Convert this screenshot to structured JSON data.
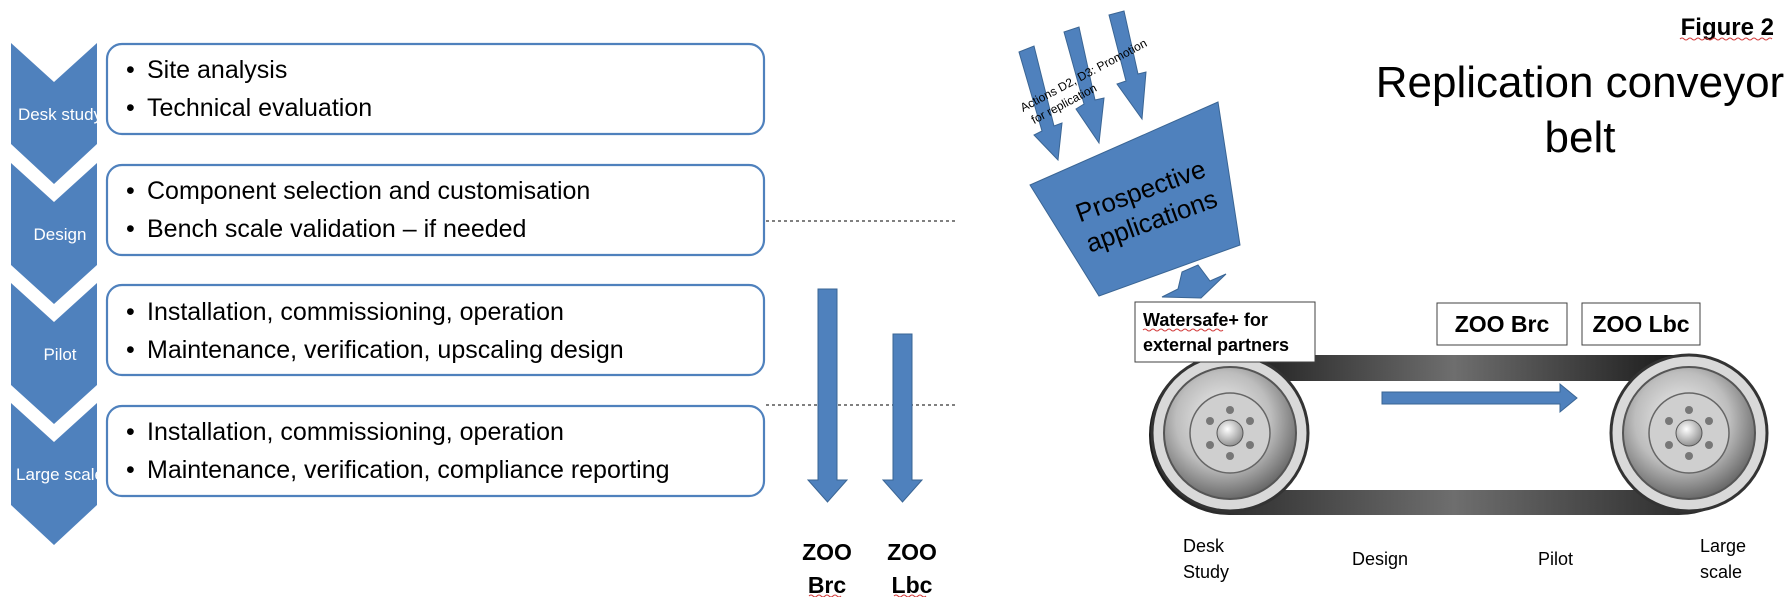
{
  "figure_label": "Figure 2",
  "title": [
    "Replication conveyor",
    "belt"
  ],
  "stages": [
    {
      "label": "Desk study",
      "bullets": [
        "Site analysis",
        "Technical evaluation"
      ]
    },
    {
      "label": "Design",
      "bullets": [
        "Component selection and customisation",
        "Bench scale validation – if needed"
      ]
    },
    {
      "label": "Pilot",
      "bullets": [
        "Installation, commissioning, operation",
        "Maintenance, verification, upscaling design"
      ]
    },
    {
      "label": "Large scale",
      "bullets": [
        "Installation, commissioning, operation",
        "Maintenance, verification, compliance reporting"
      ]
    }
  ],
  "zoo_columns": [
    {
      "line1": "ZOO",
      "line2": "Brc"
    },
    {
      "line1": "ZOO",
      "line2": "Lbc"
    }
  ],
  "funnel": {
    "actions_text": [
      "Actions D2, D3: Promotion",
      "for replication"
    ],
    "label": [
      "Prospective",
      "applications"
    ]
  },
  "conveyor": {
    "watersafe_label": [
      "Watersafe+ for",
      "external partners"
    ],
    "zoo_boxes": [
      "ZOO Brc",
      "ZOO Lbc"
    ],
    "stage_labels": [
      {
        "line1": "Desk",
        "line2": "Study"
      },
      {
        "line1": "Design",
        "line2": ""
      },
      {
        "line1": "Pilot",
        "line2": ""
      },
      {
        "line1": "Large",
        "line2": "scale"
      }
    ]
  },
  "colors": {
    "accent": "#4f81bd",
    "text": "#000000",
    "belt": "#111111"
  },
  "bullet_char": "•"
}
